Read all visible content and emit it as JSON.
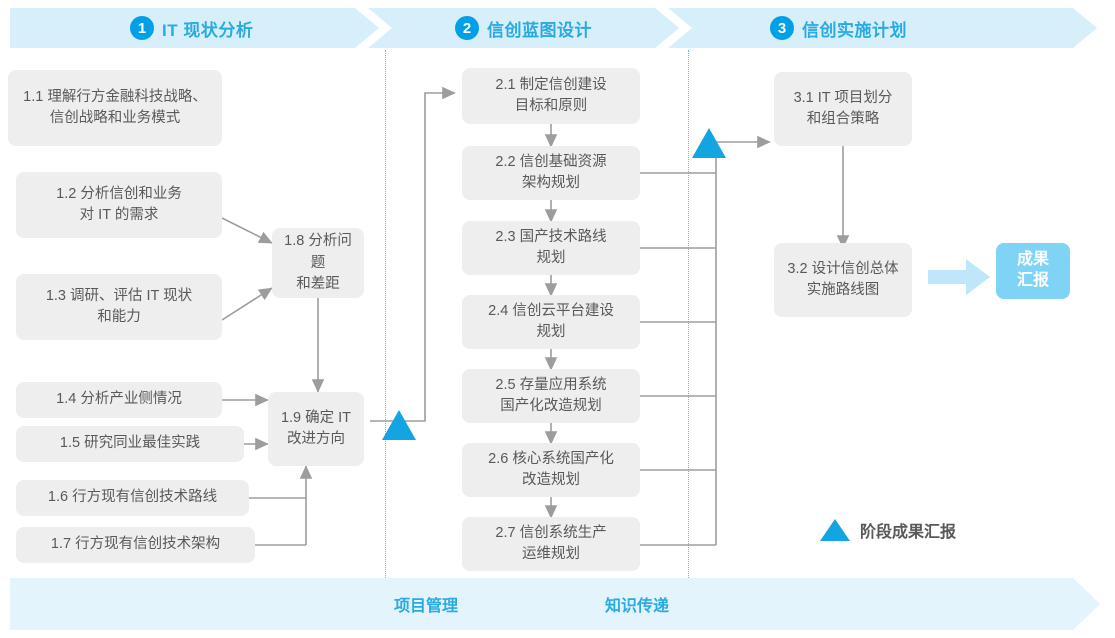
{
  "phases": [
    {
      "num": "1",
      "label": "IT 现状分析"
    },
    {
      "num": "2",
      "label": "信创蓝图设计"
    },
    {
      "num": "3",
      "label": "信创实施计划"
    }
  ],
  "colors": {
    "accent_blue": "#29abe2",
    "circle_blue": "#00a0e9",
    "band_fill": "#d7eefb",
    "footer_fill": "#e3f4fc",
    "box_fill": "#eeeeee",
    "box_text": "#58595b",
    "result_fill": "#7fd3f4",
    "marker_blue": "#12a5e2",
    "connector_gray": "#9d9d9d",
    "divider_blue": "#4cc3ef"
  },
  "phase1_steps": [
    {
      "id": "1.1",
      "text": "1.1 理解行方金融科技战略、\n信创战略和业务模式"
    },
    {
      "id": "1.2",
      "text": "1.2 分析信创和业务\n对 IT 的需求"
    },
    {
      "id": "1.3",
      "text": "1.3 调研、评估 IT 现状\n和能力"
    },
    {
      "id": "1.4",
      "text": "1.4 分析产业侧情况"
    },
    {
      "id": "1.5",
      "text": "1.5 研究同业最佳实践"
    },
    {
      "id": "1.6",
      "text": "1.6 行方现有信创技术路线"
    },
    {
      "id": "1.7",
      "text": "1.7 行方现有信创技术架构"
    },
    {
      "id": "1.8",
      "text": "1.8 分析问题\n和差距"
    },
    {
      "id": "1.9",
      "text": "1.9 确定 IT\n改进方向"
    }
  ],
  "phase2_steps": [
    {
      "id": "2.1",
      "text": "2.1 制定信创建设\n目标和原则"
    },
    {
      "id": "2.2",
      "text": "2.2 信创基础资源\n架构规划"
    },
    {
      "id": "2.3",
      "text": "2.3 国产技术路线\n规划"
    },
    {
      "id": "2.4",
      "text": "2.4 信创云平台建设\n规划"
    },
    {
      "id": "2.5",
      "text": "2.5 存量应用系统\n国产化改造规划"
    },
    {
      "id": "2.6",
      "text": "2.6 核心系统国产化\n改造规划"
    },
    {
      "id": "2.7",
      "text": "2.7 信创系统生产\n运维规划"
    }
  ],
  "phase3_steps": [
    {
      "id": "3.1",
      "text": "3.1 IT 项目划分\n和组合策略"
    },
    {
      "id": "3.2",
      "text": "3.2 设计信创总体\n实施路线图"
    }
  ],
  "result": {
    "text": "成果\n汇报"
  },
  "legend": {
    "text": "阶段成果汇报"
  },
  "footer": {
    "items": [
      "项目管理",
      "知识传递"
    ]
  }
}
